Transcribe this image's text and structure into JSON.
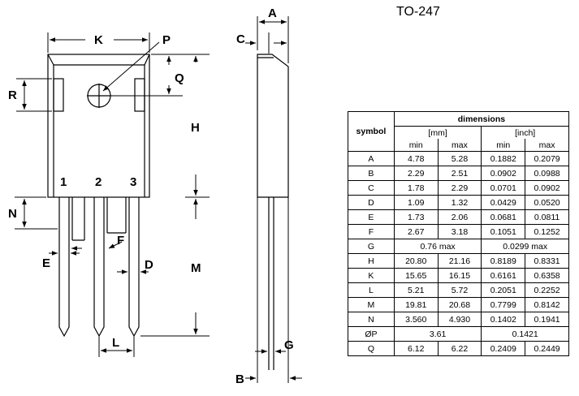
{
  "title": "TO-247",
  "labels": {
    "K": "K",
    "P": "P",
    "A": "A",
    "C": "C",
    "Q": "Q",
    "R": "R",
    "H": "H",
    "N": "N",
    "E": "E",
    "F": "F",
    "D": "D",
    "M": "M",
    "L": "L",
    "B": "B",
    "G": "G"
  },
  "pins": [
    "1",
    "2",
    "3"
  ],
  "table": {
    "header": "dimensions",
    "symbol_header": "symbol",
    "unit_mm": "[mm]",
    "unit_inch": "[inch]",
    "col_min": "min",
    "col_max": "max",
    "rows": [
      {
        "symbol": "A",
        "mm_min": "4.78",
        "mm_max": "5.28",
        "in_min": "0.1882",
        "in_max": "0.2079"
      },
      {
        "symbol": "B",
        "mm_min": "2.29",
        "mm_max": "2.51",
        "in_min": "0.0902",
        "in_max": "0.0988"
      },
      {
        "symbol": "C",
        "mm_min": "1.78",
        "mm_max": "2.29",
        "in_min": "0.0701",
        "in_max": "0.0902"
      },
      {
        "symbol": "D",
        "mm_min": "1.09",
        "mm_max": "1.32",
        "in_min": "0.0429",
        "in_max": "0.0520"
      },
      {
        "symbol": "E",
        "mm_min": "1.73",
        "mm_max": "2.06",
        "in_min": "0.0681",
        "in_max": "0.0811"
      },
      {
        "symbol": "F",
        "mm_min": "2.67",
        "mm_max": "3.18",
        "in_min": "0.1051",
        "in_max": "0.1252"
      },
      {
        "symbol": "G",
        "mm_span": "0.76 max",
        "in_span": "0.0299 max"
      },
      {
        "symbol": "H",
        "mm_min": "20.80",
        "mm_max": "21.16",
        "in_min": "0.8189",
        "in_max": "0.8331"
      },
      {
        "symbol": "K",
        "mm_min": "15.65",
        "mm_max": "16.15",
        "in_min": "0.6161",
        "in_max": "0.6358"
      },
      {
        "symbol": "L",
        "mm_min": "5.21",
        "mm_max": "5.72",
        "in_min": "0.2051",
        "in_max": "0.2252"
      },
      {
        "symbol": "M",
        "mm_min": "19.81",
        "mm_max": "20.68",
        "in_min": "0.7799",
        "in_max": "0.8142"
      },
      {
        "symbol": "N",
        "mm_min": "3.560",
        "mm_max": "4.930",
        "in_min": "0.1402",
        "in_max": "0.1941"
      },
      {
        "symbol": "ØP",
        "mm_span": "3.61",
        "in_span": "0.1421"
      },
      {
        "symbol": "Q",
        "mm_min": "6.12",
        "mm_max": "6.22",
        "in_min": "0.2409",
        "in_max": "0.2449"
      }
    ]
  }
}
